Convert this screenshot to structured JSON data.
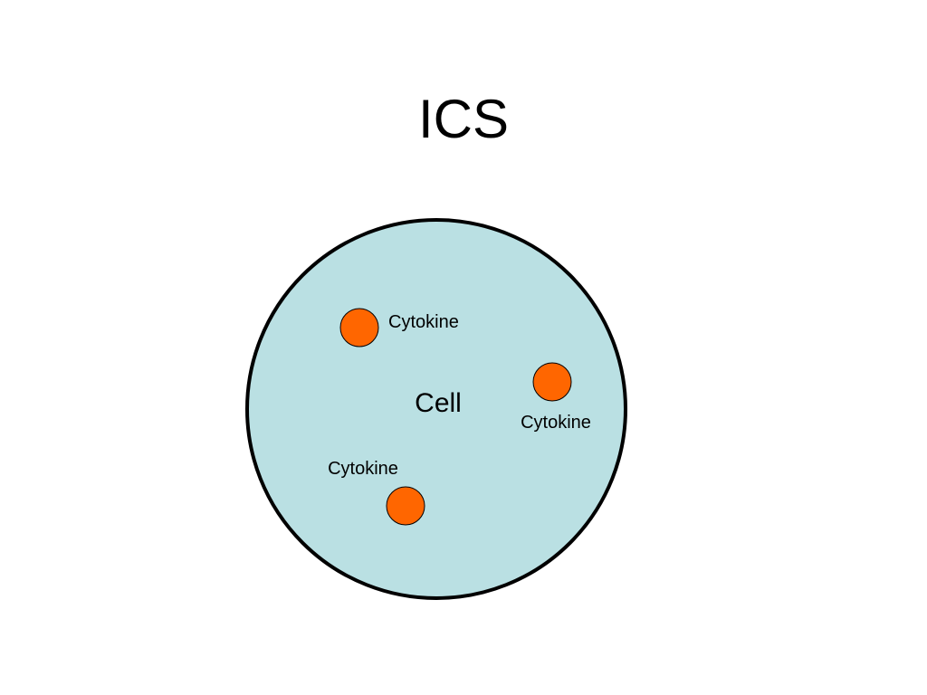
{
  "slide": {
    "title": "ICS"
  },
  "diagram": {
    "cell_label": "Cell",
    "cytokine_labels": [
      "Cytokine",
      "Cytokine",
      "Cytokine"
    ],
    "colors": {
      "cell_fill": "#bae0e3",
      "cell_stroke": "#000000",
      "cytokine_fill": "#ff6600",
      "cytokine_stroke": "#000000"
    }
  }
}
